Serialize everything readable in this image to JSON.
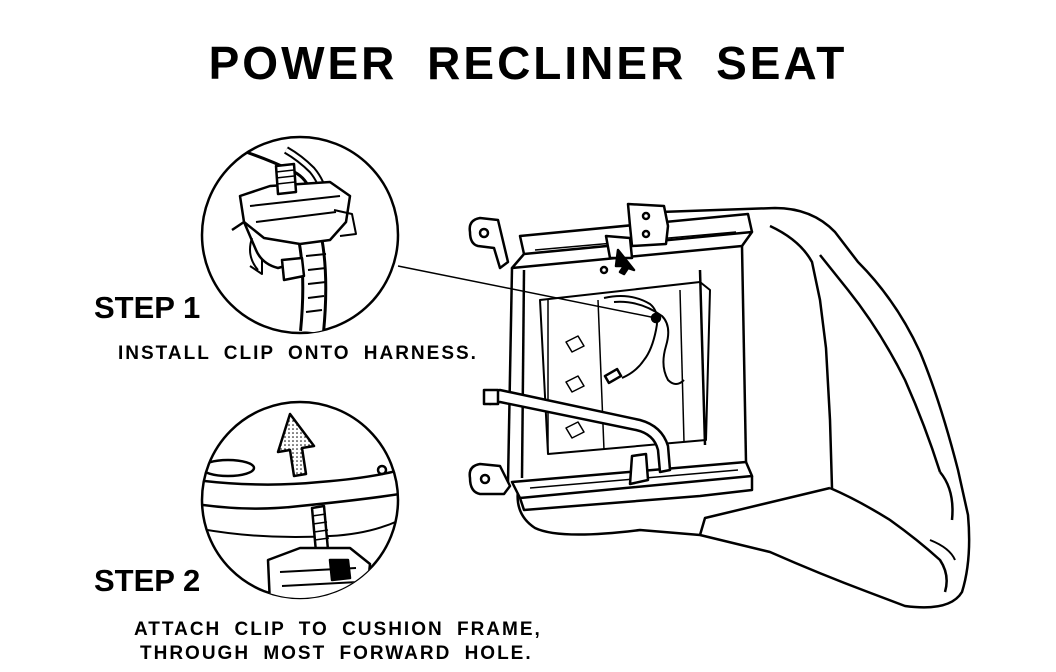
{
  "title": "POWER RECLINER SEAT",
  "steps": [
    {
      "label": "STEP 1",
      "text": [
        "INSTALL CLIP ONTO HARNESS."
      ]
    },
    {
      "label": "STEP 2",
      "text": [
        "ATTACH CLIP TO CUSHION FRAME,",
        "THROUGH MOST FORWARD HOLE."
      ]
    }
  ]
}
